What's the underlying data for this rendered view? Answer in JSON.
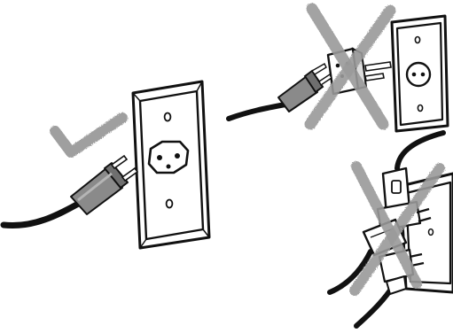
{
  "scenes": [
    {
      "id": "correct",
      "verdict": "check"
    },
    {
      "id": "adapter",
      "verdict": "cross"
    },
    {
      "id": "multi-plug",
      "verdict": "cross"
    }
  ],
  "colors": {
    "ink": "#111111",
    "plug_gray": "#8a8a8a",
    "plug_light": "#bdbdbd",
    "mark": "#9a9a9a",
    "background": "#ffffff"
  },
  "icons": [
    "checkmark-icon",
    "cross-icon",
    "wall-outlet-icon",
    "plug-icon",
    "adapter-icon"
  ]
}
